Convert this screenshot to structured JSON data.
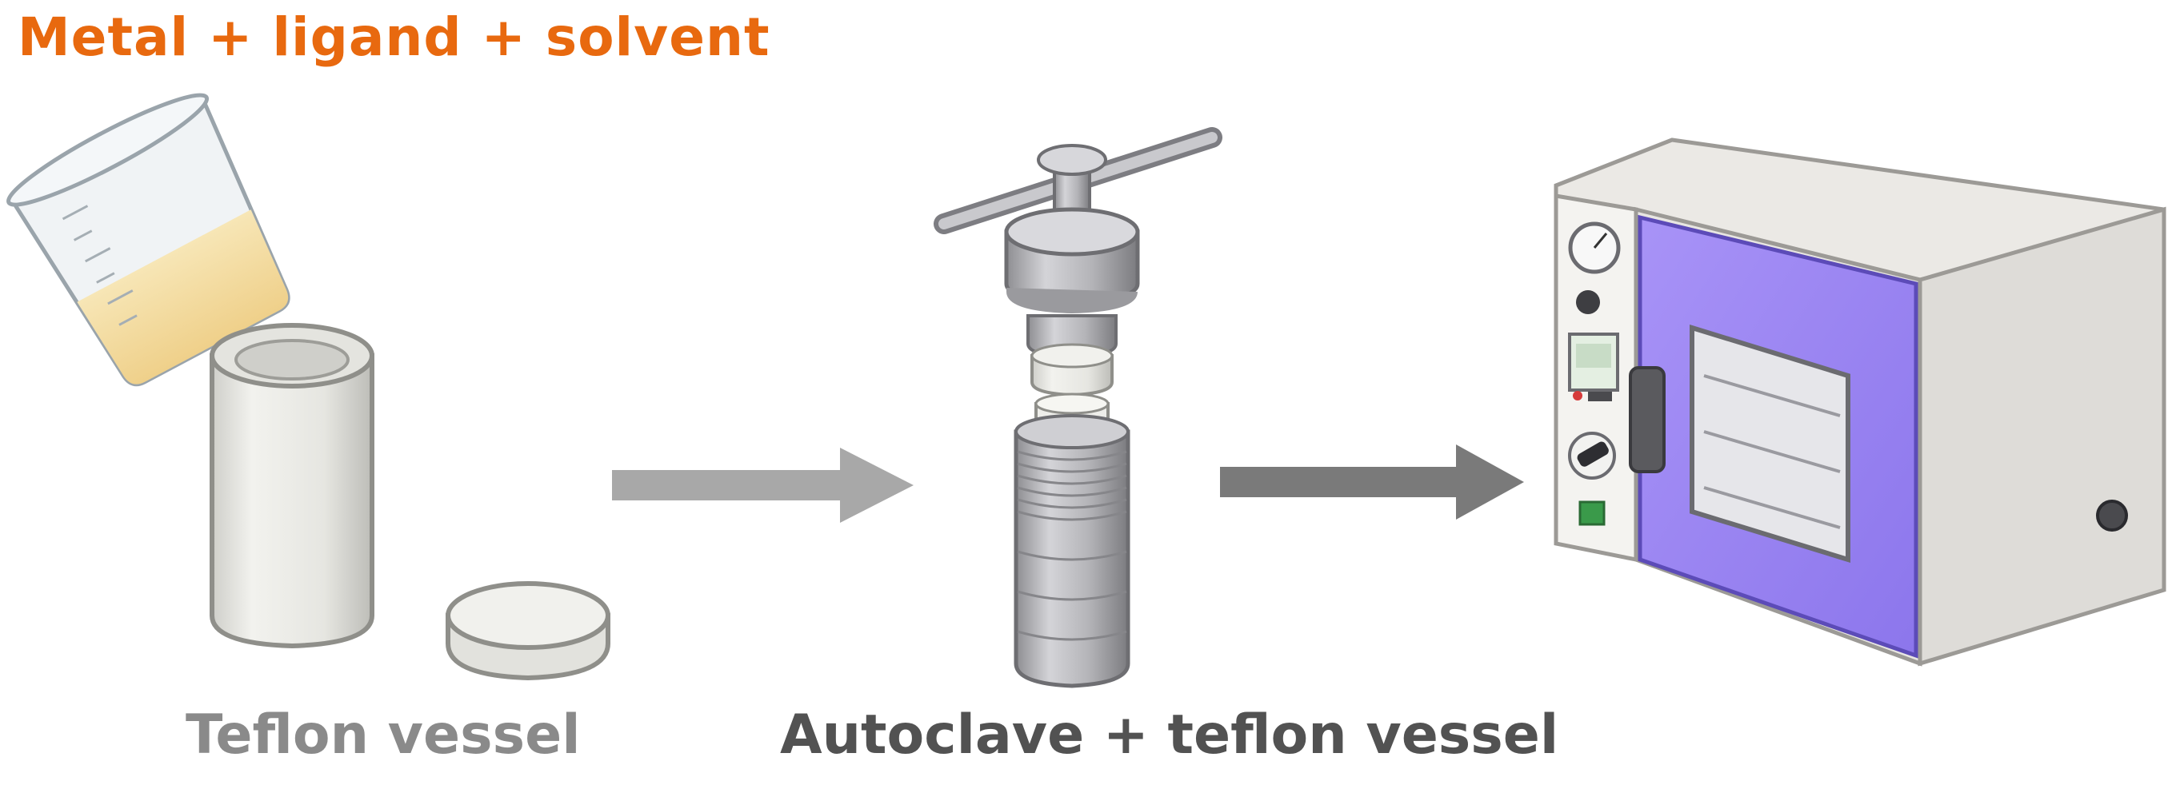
{
  "title": "Metal + ligand + solvent",
  "captions": {
    "teflon_vessel": "Teflon vessel",
    "autoclave": "Autoclave + teflon vessel"
  },
  "colors": {
    "title": "#E8690F",
    "caption_teflon": "#8a8a8a",
    "caption_autoclave": "#525252",
    "arrow_1": "#a8a8a8",
    "arrow_2": "#7a7a7a",
    "oven_door": "#9b86f2",
    "solution": "#f4dca0"
  },
  "icons": [
    "beaker-icon",
    "teflon-liner-icon",
    "teflon-lid-icon",
    "autoclave-icon",
    "oven-icon",
    "arrow-right-icon"
  ]
}
